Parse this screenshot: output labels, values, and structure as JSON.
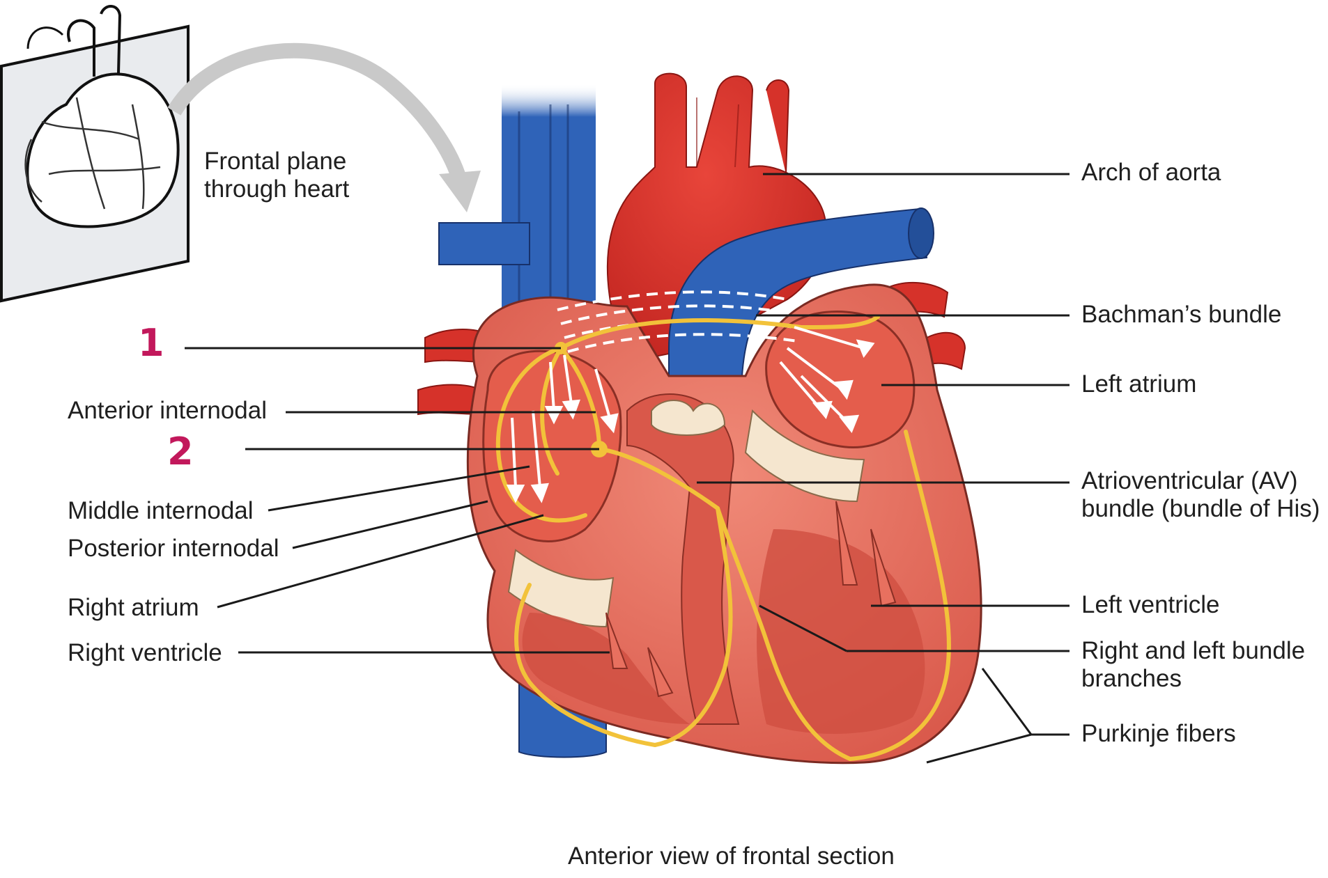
{
  "inset": {
    "label_line1": "Frontal plane",
    "label_line2": "through heart"
  },
  "labels_left": {
    "marker_1": "1",
    "anterior_internodal": "Anterior internodal",
    "marker_2": "2",
    "middle_internodal": "Middle internodal",
    "posterior_internodal": "Posterior internodal",
    "right_atrium": "Right atrium",
    "right_ventricle": "Right ventricle"
  },
  "labels_right": {
    "arch_of_aorta": "Arch of aorta",
    "bachmans_bundle": "Bachman’s bundle",
    "left_atrium": "Left atrium",
    "av_bundle_line1": "Atrioventricular (AV)",
    "av_bundle_line2": "bundle (bundle of His)",
    "left_ventricle": "Left ventricle",
    "bundle_branches_line1": "Right and left bundle",
    "bundle_branches_line2": "branches",
    "purkinje_fibers": "Purkinje fibers"
  },
  "caption": "Anterior view of frontal section",
  "colors": {
    "artery_red": "#d6322a",
    "vein_blue": "#2f63b8",
    "myocardium": "#e8705f",
    "myocardium_dark": "#c94c3e",
    "conduction_yellow": "#f2c23a",
    "valve_cream": "#f5e6cf",
    "leader_line": "#1a1a1a",
    "handwritten_marker": "#c2185b"
  }
}
